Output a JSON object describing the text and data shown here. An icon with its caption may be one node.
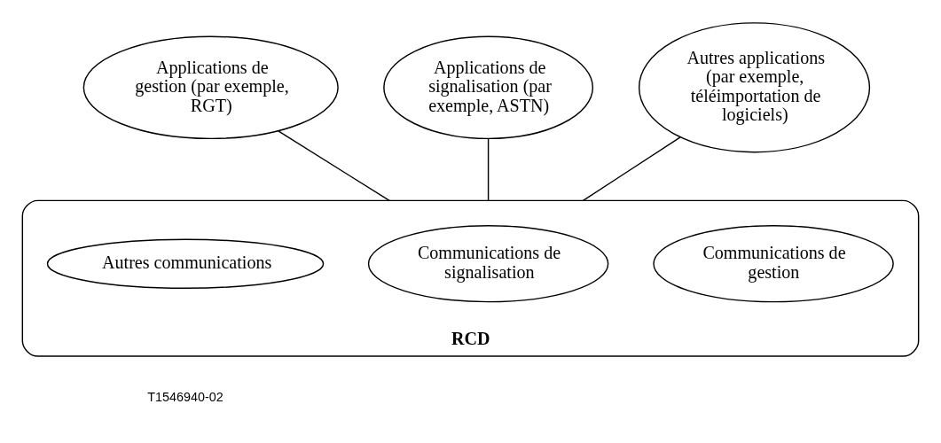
{
  "diagram": {
    "nodes": [
      {
        "text": [
          "Applications de gestion (par exemple, RGT)"
        ]
      },
      {
        "text": [
          "Applications de signalisation (par exemple, ASTN)"
        ]
      },
      {
        "text": [
          "Autres applications (par exemple, téléimportation de logiciels)"
        ]
      },
      {
        "text": [
          "RCD"
        ]
      },
      {
        "text": [
          "Communications de gestion"
        ],
        "in": 3
      },
      {
        "text": [
          "Communications de signalisation"
        ],
        "in": 3
      },
      {
        "text": [
          "Autres communications"
        ],
        "in": 3
      }
    ],
    "edges": [
      {
        "from": 0,
        "to": 3,
        "arrow": "none"
      },
      {
        "from": 1,
        "to": 3,
        "arrow": "none"
      },
      {
        "from": 2,
        "to": 3,
        "arrow": "none"
      }
    ],
    "labels": [
      "T1546940-02"
    ]
  }
}
